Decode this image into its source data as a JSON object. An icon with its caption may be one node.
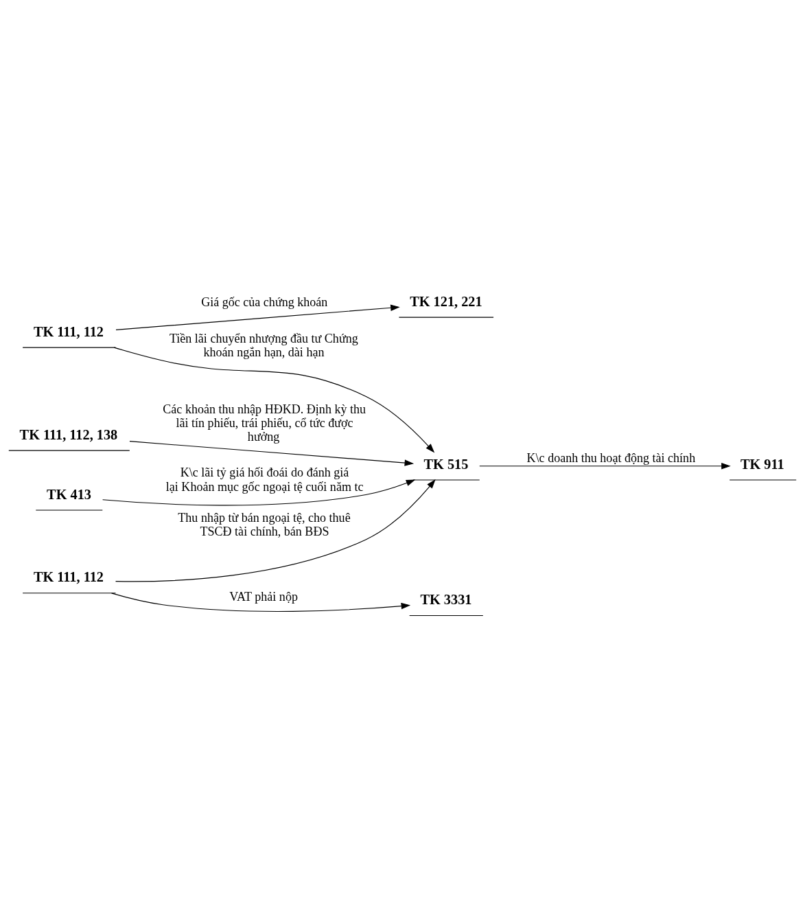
{
  "diagram": {
    "nodes": [
      {
        "text": [
          "TK 111, 112, 138"
        ]
      },
      {
        "text": [
          "TK 515"
        ]
      },
      {
        "text": [
          "TK 911"
        ]
      },
      {
        "text": [
          "TK 111, 112"
        ]
      },
      {
        "text": [
          "TK 121, 221"
        ]
      },
      {
        "text": [
          "TK 111, 112"
        ]
      },
      {
        "text": [
          "TK 3331"
        ]
      },
      {
        "text": [
          "TK 413"
        ]
      }
    ],
    "edges": [
      {
        "from": 0,
        "to": 1,
        "arrow": "to",
        "label": "Các khoản thu nhập HĐKD. Định kỳ thu lãi tín phiếu, trái phiếu, cổ tức được hưởng"
      },
      {
        "from": 1,
        "to": 2,
        "arrow": "to",
        "label": "K\\c doanh thu hoạt động tài chính"
      },
      {
        "from": 3,
        "to": 1,
        "arrow": "to",
        "label": "Tiền lãi chuyển nhượng đầu tư Chứng khoán ngắn hạn, dài hạn"
      },
      {
        "from": 3,
        "to": 4,
        "arrow": "to",
        "label": "Giá gốc của chứng khoán"
      },
      {
        "from": 5,
        "to": 1,
        "arrow": "to",
        "label": "Thu nhập từ bán ngoại tệ, cho thuê TSCĐ tài chính, bán BĐS"
      },
      {
        "from": 5,
        "to": 6,
        "arrow": "to",
        "label": "VAT phải nộp"
      },
      {
        "from": 7,
        "to": 1,
        "arrow": "to",
        "label": "K\\c lãi tỷ giá hối đoái do đánh giá lại Khoản mục gốc ngoại tệ cuối năm tc"
      }
    ]
  }
}
